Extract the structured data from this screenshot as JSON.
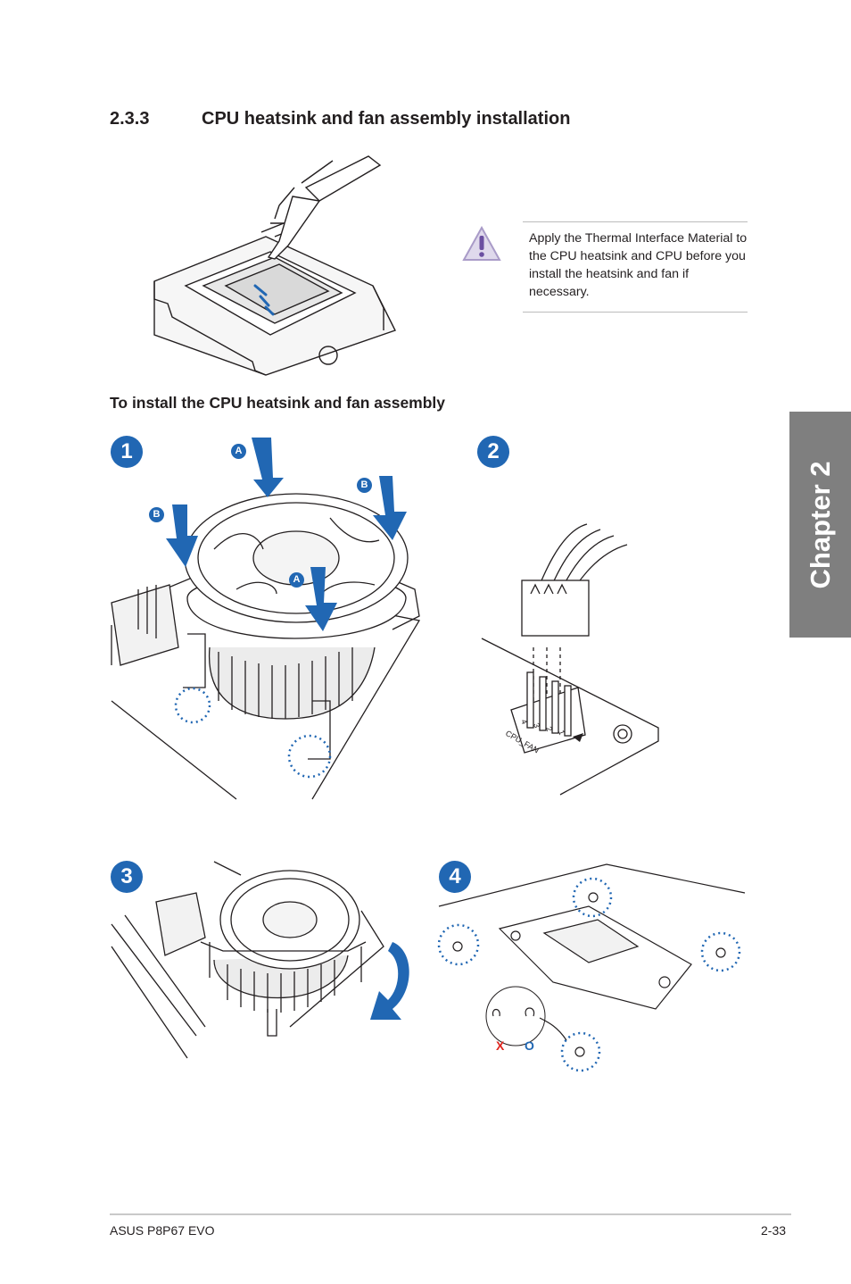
{
  "section": {
    "number": "2.3.3",
    "title": "CPU heatsink and fan assembly installation"
  },
  "note": {
    "text": "Apply the Thermal Interface Material to the CPU heatsink and CPU before you install the heatsink and fan if necessary."
  },
  "subheading": "To install the CPU heatsink and fan assembly",
  "steps": [
    "1",
    "2",
    "3",
    "4"
  ],
  "tags": {
    "a": "A",
    "b": "B"
  },
  "connector": {
    "label": "CPU_FAN",
    "pins": [
      "4",
      "3",
      "2",
      "1"
    ]
  },
  "lock_marks": {
    "wrong": "X",
    "right": "O"
  },
  "chapter_tab": "Chapter 2",
  "footer": {
    "product": "ASUS P8P67 EVO",
    "page": "2-33"
  },
  "colors": {
    "accent": "#2167b3",
    "tab": "#7f7f7f",
    "wrong": "#e0261f"
  },
  "icons": [
    "warning-triangle-icon",
    "arrow-down-icon",
    "rotate-arrow-icon"
  ]
}
